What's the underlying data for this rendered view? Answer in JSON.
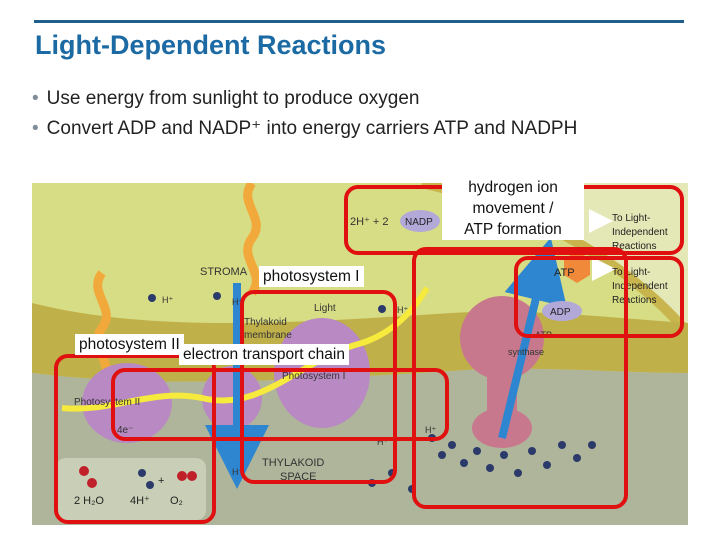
{
  "slide": {
    "title": "Light-Dependent Reactions",
    "bullets": [
      "Use energy from sunlight to produce oxygen",
      "Convert ADP and NADP⁺ into energy carriers ATP and NADPH"
    ]
  },
  "callouts": {
    "hydrogen_line1": "hydrogen ion",
    "hydrogen_line2": "movement /",
    "hydrogen_line3": "ATP formation",
    "photosystem_1": "photosystem I",
    "photosystem_2": "photosystem II",
    "electron_transport": "electron transport chain"
  },
  "figure_labels": {
    "stroma": "STROMA",
    "thylakoid_membrane_1": "Thylakoid",
    "thylakoid_membrane_2": "membrane",
    "thylakoid_space_1": "THYLAKOID",
    "thylakoid_space_2": "SPACE",
    "light": "Light",
    "photosystem_i": "Photosystem I",
    "photosystem_ii": "Photosystem II",
    "atp_synthase_1": "ATP",
    "atp_synthase_2": "synthase",
    "atp": "ATP",
    "adp": "ADP",
    "nadp": "NADP",
    "nadp_reactants": "2H⁺ + 2",
    "to_lir_1a": "To Light-",
    "to_lir_1b": "Independent",
    "to_lir_1c": "Reactions",
    "to_lir_2a": "To Light-",
    "to_lir_2b": "Independent",
    "to_lir_2c": "Reactions",
    "h_plus": "H⁺",
    "four_e": "4e⁻",
    "water": "2 H₂O",
    "four_h": "4H⁺",
    "oxygen": "O₂",
    "plus": "+"
  },
  "colors": {
    "title": "#1b6aa3",
    "rule": "#1f5f8b",
    "highlight": "#e01010",
    "stroma": "#d7dd84",
    "membrane": "#c0b04a",
    "lumen": "#afb59a",
    "protein": "#b889c2",
    "atp_synthase": "#c8788c",
    "electron_path": "#f6ea3c",
    "proton_arrow": "#2e86d0"
  }
}
